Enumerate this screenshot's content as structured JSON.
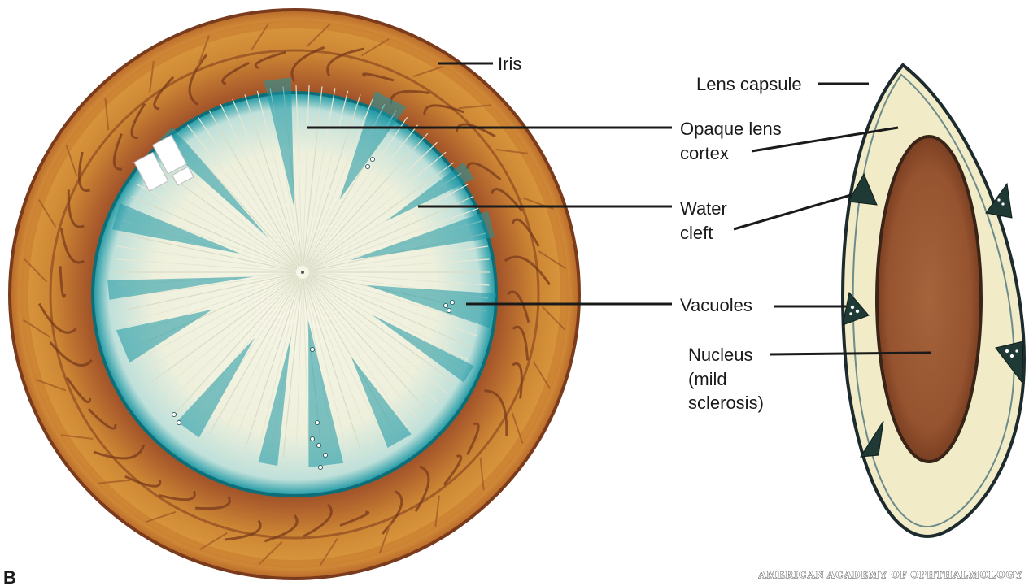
{
  "panel_letter": "B",
  "labels": {
    "iris": "Iris",
    "lens_capsule": "Lens capsule",
    "opaque_cortex": [
      "Opaque lens",
      "cortex"
    ],
    "water_cleft": [
      "Water",
      "cleft"
    ],
    "vacuoles": "Vacuoles",
    "nucleus": [
      "Nucleus",
      "(mild",
      "sclerosis)"
    ]
  },
  "credit": "American Academy of Ophthalmology",
  "colors": {
    "iris_outer": "#d18a32",
    "iris_mid": "#b9692a",
    "iris_fiber": "#8e4a22",
    "iris_inner": "#7a3a1c",
    "lens_cortex": "#f3f0dd",
    "cleft_teal": "#1c98a4",
    "capsule_fill": "#f1ebc7",
    "nucleus": "#9c5a35",
    "nucleus_edge": "#3a2418",
    "leader": "#1a1a1a"
  }
}
